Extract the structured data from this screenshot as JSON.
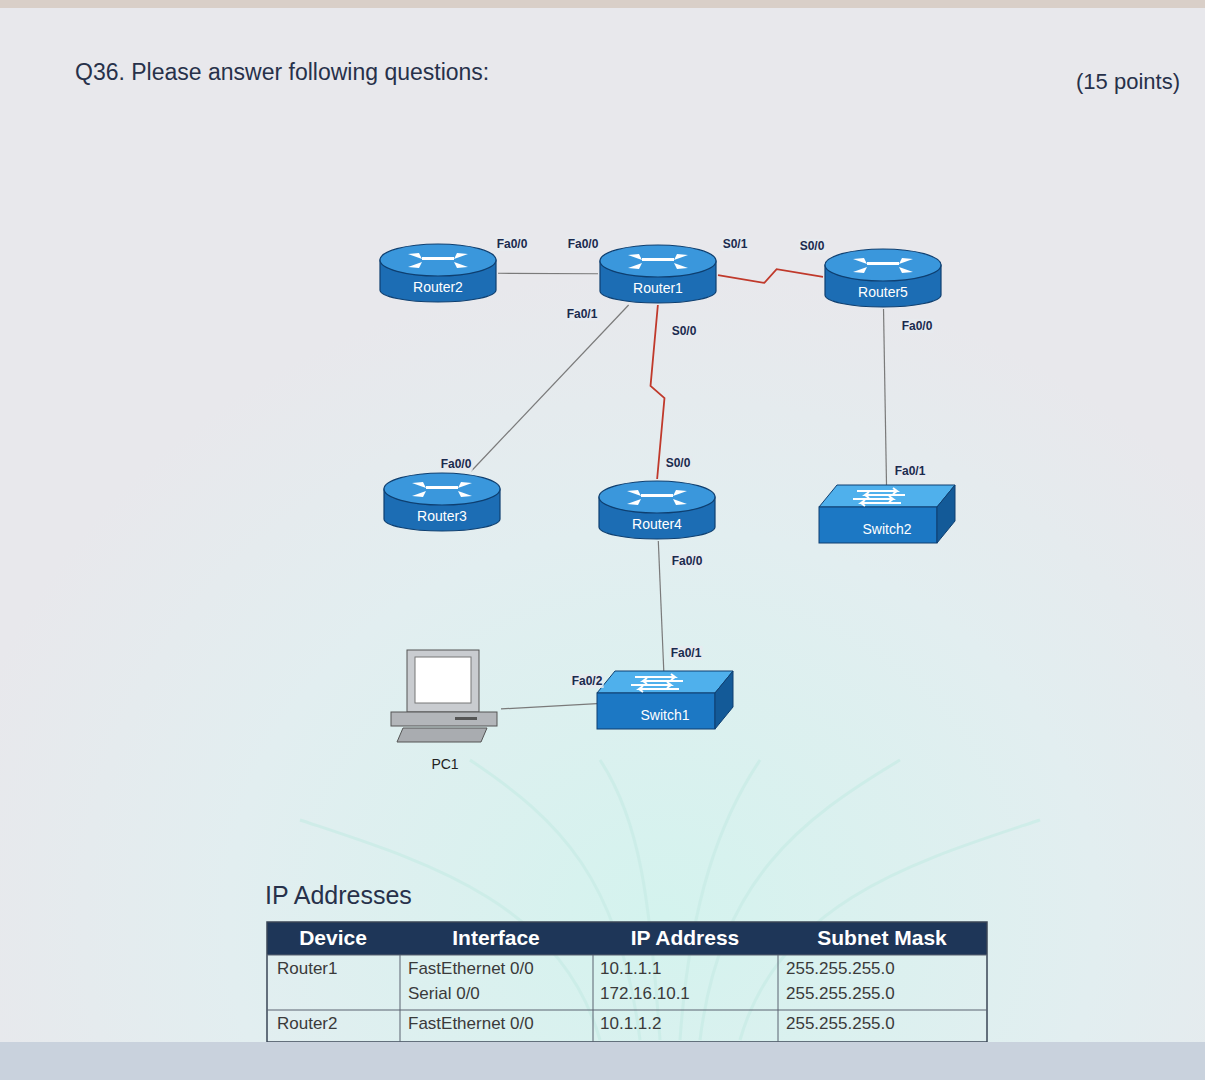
{
  "diagram": {
    "title": "Q36. Please answer following questions:",
    "nodes": [
      {
        "text": [
          "Router2"
        ]
      },
      {
        "text": [
          "Router1"
        ]
      },
      {
        "text": [
          "Router5"
        ]
      },
      {
        "text": [
          "Router3"
        ]
      },
      {
        "text": [
          "Router4"
        ]
      },
      {
        "text": [
          "Switch2"
        ]
      },
      {
        "text": [
          "Switch1"
        ]
      },
      {
        "text": [
          "PC1"
        ]
      }
    ],
    "edges": [
      {
        "from": 0,
        "to": 1,
        "arrow": "none"
      },
      {
        "from": 1,
        "to": 2,
        "arrow": "none"
      },
      {
        "from": 1,
        "to": 3,
        "arrow": "none"
      },
      {
        "from": 1,
        "to": 4,
        "arrow": "none"
      },
      {
        "from": 2,
        "to": 5,
        "arrow": "none"
      },
      {
        "from": 4,
        "to": 6,
        "arrow": "none"
      },
      {
        "from": 7,
        "to": 6,
        "arrow": "none"
      }
    ],
    "labels": [
      "(15 points)",
      "Fa0/0",
      "Fa0/0",
      "S0/1",
      "S0/0",
      "Fa0/1",
      "S0/0",
      "Fa0/0",
      "Fa0/0",
      "S0/0",
      "Fa0/1",
      "Fa0/0",
      "Fa0/1",
      "Fa0/2",
      "IP Addresses",
      "Device",
      "Interface",
      "IP Address",
      "Subnet Mask",
      "Router1",
      "FastEthernet 0/0",
      "10.1.1.1",
      "255.255.255.0",
      "Serial 0/0",
      "172.16.10.1",
      "255.255.255.0",
      "Router2",
      "FastEthernet 0/0",
      "10.1.1.2",
      "255.255.255.0"
    ]
  }
}
